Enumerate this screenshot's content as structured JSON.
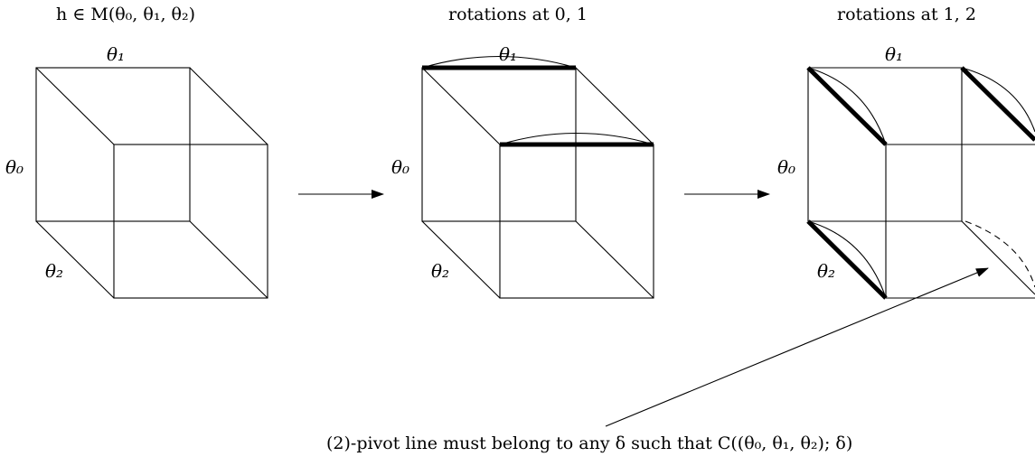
{
  "panels": [
    {
      "title": "h ∈ M(θ₀, θ₁, θ₂)",
      "labels": {
        "top": "θ₁",
        "left": "θ₀",
        "bottom_left": "θ₂"
      }
    },
    {
      "title": "rotations at 0, 1",
      "labels": {
        "top": "θ₁",
        "left": "θ₀",
        "bottom_left": "θ₂"
      }
    },
    {
      "title": "rotations at 1, 2",
      "labels": {
        "top": "θ₁",
        "left": "θ₀",
        "bottom_left": "θ₂"
      }
    }
  ],
  "caption": "(2)-pivot line must belong to any δ such that C((θ₀, θ₁, θ₂); δ)"
}
